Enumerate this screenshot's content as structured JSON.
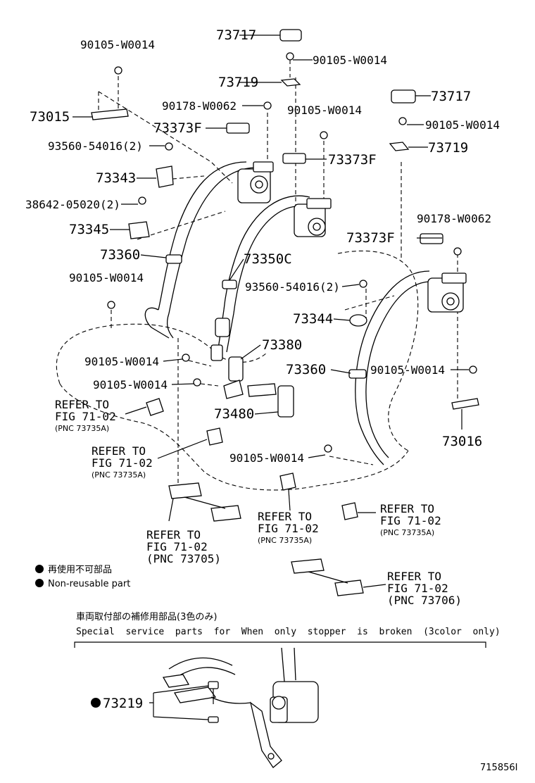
{
  "parts": {
    "p73717_a": "73717",
    "p90105_b": "90105-W0014",
    "p73719_a": "73719",
    "p90105_a": "90105-W0014",
    "p73015": "73015",
    "p90178_a": "90178-W0062",
    "p73373F_a": "73373F",
    "p90105_c": "90105-W0014",
    "p93560_a": "93560-54016(2)",
    "p73343": "73343",
    "p38642": "38642-05020(2)",
    "p73345": "73345",
    "p73360_a": "73360",
    "p73350C": "73350C",
    "p90105_d": "90105-W0014",
    "p73717_b": "73717",
    "p90105_e": "90105-W0014",
    "p73719_b": "73719",
    "p73373F_b": "73373F",
    "p73373F_c": "73373F",
    "p90178_b": "90178-W0062",
    "p93560_b": "93560-54016(2)",
    "p73344": "73344",
    "p73380": "73380",
    "p90105_f": "90105-W0014",
    "p73360_b": "73360",
    "p90105_g": "90105-W0014",
    "p90105_h": "90105-W0014",
    "p73480": "73480",
    "p73016": "73016",
    "p90105_i": "90105-W0014"
  },
  "refs": [
    {
      "l1": "REFER TO",
      "l2": "FIG 71-02",
      "l3": "(PNC 73735A)"
    },
    {
      "l1": "REFER TO",
      "l2": "FIG 71-02",
      "l3": "(PNC 73735A)"
    },
    {
      "l1": "REFER TO",
      "l2": "FIG 71-02",
      "l3": "(PNC 73735A)"
    },
    {
      "l1": "REFER TO",
      "l2": "FIG 71-02",
      "l3": "(PNC 73735A)"
    },
    {
      "l1": "REFER TO",
      "l2": "FIG 71-02",
      "l3": "(PNC 73705)"
    },
    {
      "l1": "REFER TO",
      "l2": "FIG 71-02",
      "l3": "(PNC 73706)"
    }
  ],
  "legend": {
    "jp": "再使用不可部品",
    "en": "Non-reusable part"
  },
  "special": {
    "jp": "車両取付部の補修用部品(3色のみ)",
    "en": "Special  service  parts  for  When  only  stopper  is  broken  (3color  only)",
    "part": "73219"
  },
  "figure_id": "715856I"
}
